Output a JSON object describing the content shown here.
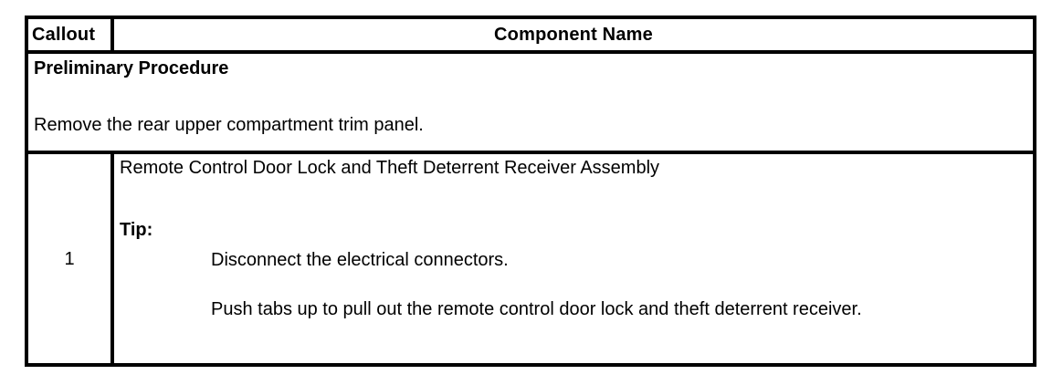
{
  "document": {
    "type": "service-procedure-table",
    "background_color": "#ffffff",
    "text_color": "#000000",
    "border_color": "#000000"
  },
  "table": {
    "columns": [
      {
        "key": "callout",
        "header": "Callout",
        "align": "left"
      },
      {
        "key": "component_name",
        "header": "Component Name",
        "align": "center"
      }
    ],
    "preliminary": {
      "title": "Preliminary Procedure",
      "steps": [
        "Remove the rear upper compartment trim panel."
      ]
    },
    "rows": [
      {
        "callout": "1",
        "component_name": "Remote Control Door Lock and Theft Deterrent Receiver Assembly",
        "tip_label": "Tip:",
        "tip_items": [
          "Disconnect the electrical connectors.",
          "Push tabs up to pull out the remote control door lock and theft deterrent receiver."
        ]
      }
    ]
  }
}
